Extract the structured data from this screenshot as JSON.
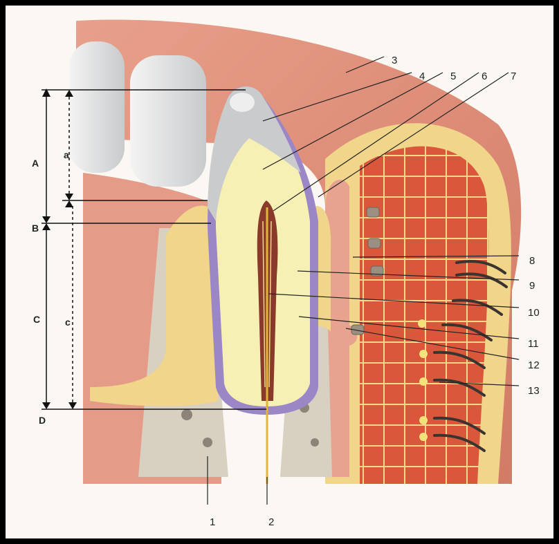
{
  "diagram": {
    "numbered_labels": [
      "1",
      "2",
      "3",
      "4",
      "5",
      "6",
      "7",
      "8",
      "9",
      "10",
      "11",
      "12",
      "13"
    ],
    "zone_labels": {
      "upper": [
        "A",
        "B",
        "C",
        "D"
      ],
      "lower": [
        "a",
        "c"
      ]
    }
  },
  "colors": {
    "enamel": "#c9cbcd",
    "dentin": "#f7f0b4",
    "pulp": "#8a3a2a",
    "gingiva": "#e7a38f",
    "bone_marrow": "#d9573b",
    "cementum": "#a48ac9",
    "nerve": "#e2b43a"
  }
}
